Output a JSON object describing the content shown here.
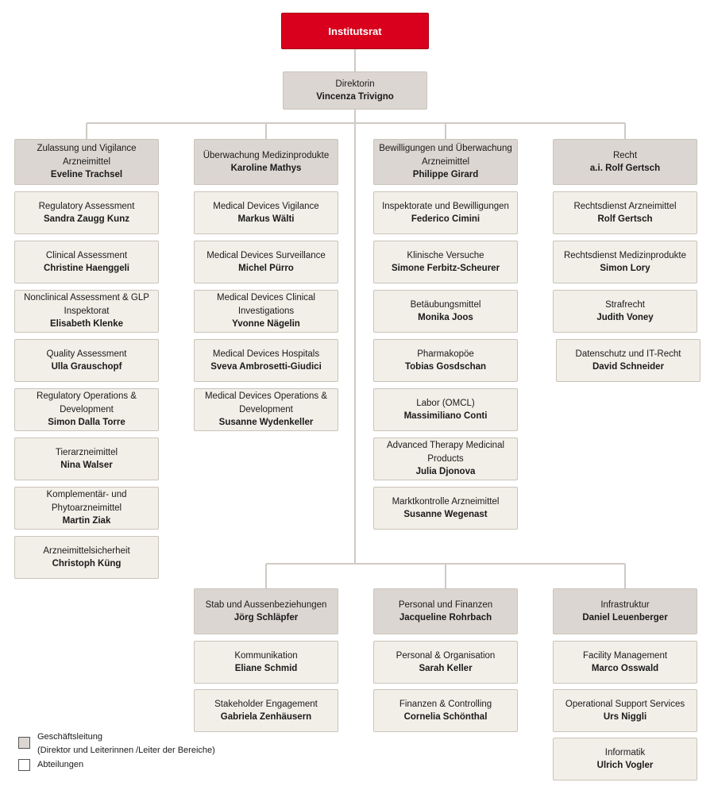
{
  "root": "Institutsrat",
  "director": {
    "title": "Direktorin",
    "name": "Vincenza Trivigno"
  },
  "columns": [
    {
      "head": {
        "title": "Zulassung und Vigilance Arzneimittel",
        "name": "Eveline Trachsel"
      },
      "depts": [
        {
          "title": "Regulatory Assessment",
          "name": "Sandra Zaugg Kunz"
        },
        {
          "title": "Clinical Assessment",
          "name": "Christine Haenggeli"
        },
        {
          "title": "Nonclinical Assessment & GLP Inspektorat",
          "name": "Elisabeth Klenke"
        },
        {
          "title": "Quality Assessment",
          "name": "Ulla Grauschopf"
        },
        {
          "title": "Regulatory Operations & Development",
          "name": "Simon Dalla Torre"
        },
        {
          "title": "Tierarzneimittel",
          "name": "Nina Walser"
        },
        {
          "title": "Komplementär- und Phytoarzneimittel",
          "name": "Martin Ziak"
        },
        {
          "title": "Arzneimittelsicherheit",
          "name": "Christoph Küng"
        }
      ]
    },
    {
      "head": {
        "title": "Überwachung Medizinprodukte",
        "name": "Karoline Mathys"
      },
      "depts": [
        {
          "title": "Medical Devices Vigilance",
          "name": "Markus Wälti"
        },
        {
          "title": "Medical Devices Surveillance",
          "name": "Michel Pürro"
        },
        {
          "title": "Medical Devices Clinical Investigations",
          "name": "Yvonne Nägelin"
        },
        {
          "title": "Medical Devices Hospitals",
          "name": "Sveva Ambrosetti-Giudici"
        },
        {
          "title": "Medical Devices Operations & Development",
          "name": "Susanne Wydenkeller"
        }
      ]
    },
    {
      "head": {
        "title": "Bewilligungen und Überwachung Arzneimittel",
        "name": "Philippe Girard"
      },
      "depts": [
        {
          "title": "Inspektorate und Bewilligungen",
          "name": "Federico Cimini"
        },
        {
          "title": "Klinische Versuche",
          "name": "Simone Ferbitz-Scheurer"
        },
        {
          "title": "Betäubungsmittel",
          "name": "Monika Joos"
        },
        {
          "title": "Pharmakopöe",
          "name": "Tobias Gosdschan"
        },
        {
          "title": "Labor (OMCL)",
          "name": "Massimiliano Conti"
        },
        {
          "title": "Advanced Therapy Medicinal Products",
          "name": "Julia Djonova"
        },
        {
          "title": "Marktkontrolle Arzneimittel",
          "name": "Susanne Wegenast"
        }
      ]
    },
    {
      "head": {
        "title": "Recht",
        "name": "a.i. Rolf Gertsch"
      },
      "depts": [
        {
          "title": "Rechtsdienst Arzneimittel",
          "name": "Rolf Gertsch"
        },
        {
          "title": "Rechtsdienst Medizinprodukte",
          "name": "Simon Lory"
        },
        {
          "title": "Strafrecht",
          "name": "Judith Voney"
        },
        {
          "title": "Datenschutz und IT-Recht",
          "name": "David Schneider"
        }
      ]
    }
  ],
  "bottom_columns": [
    {
      "head": {
        "title": "Stab und Aussenbeziehungen",
        "name": "Jörg Schläpfer"
      },
      "depts": [
        {
          "title": "Kommunikation",
          "name": "Eliane Schmid"
        },
        {
          "title": "Stakeholder Engagement",
          "name": "Gabriela Zenhäusern"
        }
      ]
    },
    {
      "head": {
        "title": "Personal und Finanzen",
        "name": "Jacqueline Rohrbach"
      },
      "depts": [
        {
          "title": "Personal & Organisation",
          "name": "Sarah Keller"
        },
        {
          "title": "Finanzen & Controlling",
          "name": "Cornelia Schönthal"
        }
      ]
    },
    {
      "head": {
        "title": "Infrastruktur",
        "name": "Daniel Leuenberger"
      },
      "depts": [
        {
          "title": "Facility Management",
          "name": "Marco Osswald"
        },
        {
          "title": "Operational Support Services",
          "name": "Urs Niggli"
        },
        {
          "title": "Informatik",
          "name": "Ulrich Vogler"
        }
      ]
    }
  ],
  "legend": {
    "head_label": "Geschäftsleitung",
    "head_sublabel": "(Direktor und Leiterinnen /Leiter der Bereiche)",
    "dept_label": "Abteilungen"
  },
  "colors": {
    "root_fill": "#d8001c",
    "head_fill": "#dcd6d2",
    "dept_fill": "#f2efe8",
    "connector": "#cfcac3"
  }
}
